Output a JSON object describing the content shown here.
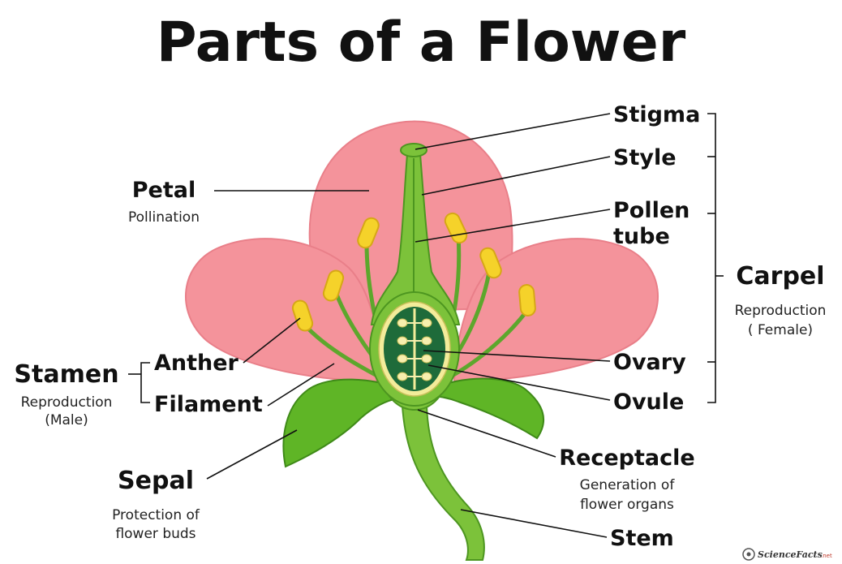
{
  "title": "Parts of a Flower",
  "labels": {
    "petal": {
      "name": "Petal",
      "desc": "Pollination"
    },
    "stigma": "Stigma",
    "style": "Style",
    "pollen_tube": [
      "Pollen",
      "tube"
    ],
    "carpel": {
      "name": "Carpel",
      "desc": [
        "Reproduction",
        "( Female)"
      ]
    },
    "ovary": "Ovary",
    "ovule": "Ovule",
    "stamen": {
      "name": "Stamen",
      "desc": [
        "Reproduction",
        "(Male)"
      ]
    },
    "anther": "Anther",
    "filament": "Filament",
    "sepal": {
      "name": "Sepal",
      "desc": [
        "Protection of",
        "flower buds"
      ]
    },
    "receptacle": {
      "name": "Receptacle",
      "desc": [
        "Generation of",
        "flower organs"
      ]
    },
    "stem": "Stem"
  },
  "logo": {
    "text": "ScienceFacts",
    "suffix": ".net"
  },
  "colors": {
    "petal": "#f4939b",
    "petal_dark": "#e97f89",
    "sepal": "#5fb526",
    "sepal_dark": "#3f8a18",
    "pistil": "#7cc23a",
    "pistil_dark": "#4d9620",
    "anther": "#f5d22a",
    "anther_dark": "#d6a716",
    "ovary_inner": "#1e6b3a",
    "ovary_ring": "#f3ec9a",
    "ovule": "#f7efae"
  }
}
